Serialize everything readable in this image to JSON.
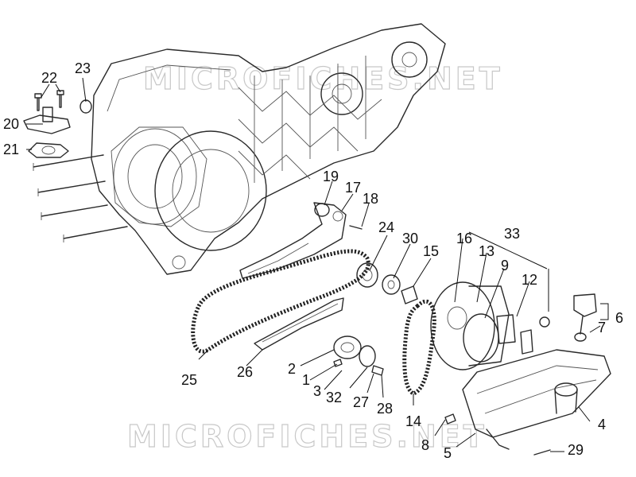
{
  "watermarks": [
    "MICROFICHES.NET",
    "MICROFICHES.NET"
  ],
  "callouts": [
    "1",
    "2",
    "3",
    "4",
    "5",
    "6",
    "7",
    "8",
    "9",
    "12",
    "13",
    "14",
    "15",
    "16",
    "17",
    "18",
    "19",
    "20",
    "21",
    "22",
    "23",
    "24",
    "25",
    "26",
    "27",
    "28",
    "29",
    "30",
    "32",
    "33"
  ]
}
